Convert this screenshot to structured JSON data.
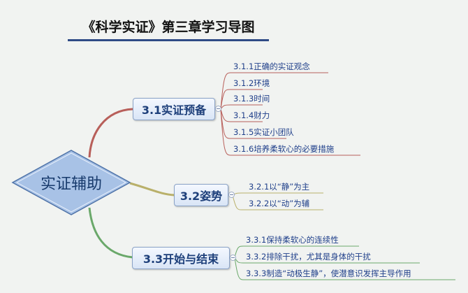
{
  "title": "《科学实证》第三章学习导图",
  "root": {
    "label": "实证辅助"
  },
  "branches": [
    {
      "label": "3.1实证预备",
      "items": [
        "3.1.1正确的实证观念",
        "3.1.2环境",
        "3.1.3时间",
        "3.1.4财力",
        "3.1.5实证小团队",
        "3.1.6培养柔软心的必要措施"
      ]
    },
    {
      "label": "3.2姿势",
      "items": [
        "3.2.1以“静”为主",
        "3.2.2以“动”为辅"
      ]
    },
    {
      "label": "3.3开始与结束",
      "items": [
        "3.3.1保持柔软心的连续性",
        "3.3.2排除干扰，尤其是身体的干扰",
        "3.3.3制造“动极生静”，使潜意识发挥主导作用"
      ]
    }
  ],
  "colors": {
    "branch1": "#b85f5a",
    "branch2": "#b9b06a",
    "branch3": "#6aa86a"
  }
}
